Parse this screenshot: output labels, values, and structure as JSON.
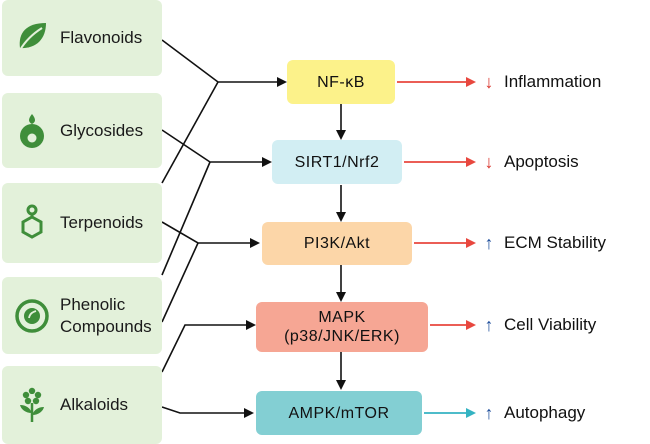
{
  "compounds": [
    {
      "label": "Flavonoids",
      "icon": "leaf-icon"
    },
    {
      "label": "Glycosides",
      "icon": "seed-drop-icon"
    },
    {
      "label": "Terpenoids",
      "icon": "molecule-icon"
    },
    {
      "label": "Phenolic Compounds",
      "line1": "Phenolic",
      "line2": "Compounds",
      "icon": "leaf-circle-icon"
    },
    {
      "label": "Alkaloids",
      "icon": "flower-plant-icon"
    }
  ],
  "pathways": [
    {
      "label": "NF-κB",
      "color": "#fcf28a"
    },
    {
      "label": "SIRT1/Nrf2",
      "color": "#d2eef3"
    },
    {
      "label": "PI3K/Akt",
      "color": "#fcd6a8"
    },
    {
      "label": "MAPK",
      "sublabel": "(p38/JNK/ERK)",
      "color": "#f6a694"
    },
    {
      "label": "AMPK/mTOR",
      "color": "#83cfd3"
    }
  ],
  "outcomes": [
    {
      "label": "Inflammation",
      "direction": "down",
      "symbol": "↓",
      "color": "#d9322a"
    },
    {
      "label": "Apoptosis",
      "direction": "down",
      "symbol": "↓",
      "color": "#d9322a"
    },
    {
      "label": "ECM Stability",
      "direction": "up",
      "symbol": "↑",
      "color": "#1f4f9c"
    },
    {
      "label": "Cell Viability",
      "direction": "up",
      "symbol": "↑",
      "color": "#1f4f9c"
    },
    {
      "label": "Autophagy",
      "direction": "up",
      "symbol": "↑",
      "color": "#1f4f9c"
    }
  ],
  "colors": {
    "compound_bg": "#e3f1da",
    "icon_green": "#3f8e3a",
    "connector_black": "#111111",
    "outcome_red_arrow": "#e8473e",
    "outcome_teal_arrow": "#34b3c2"
  }
}
